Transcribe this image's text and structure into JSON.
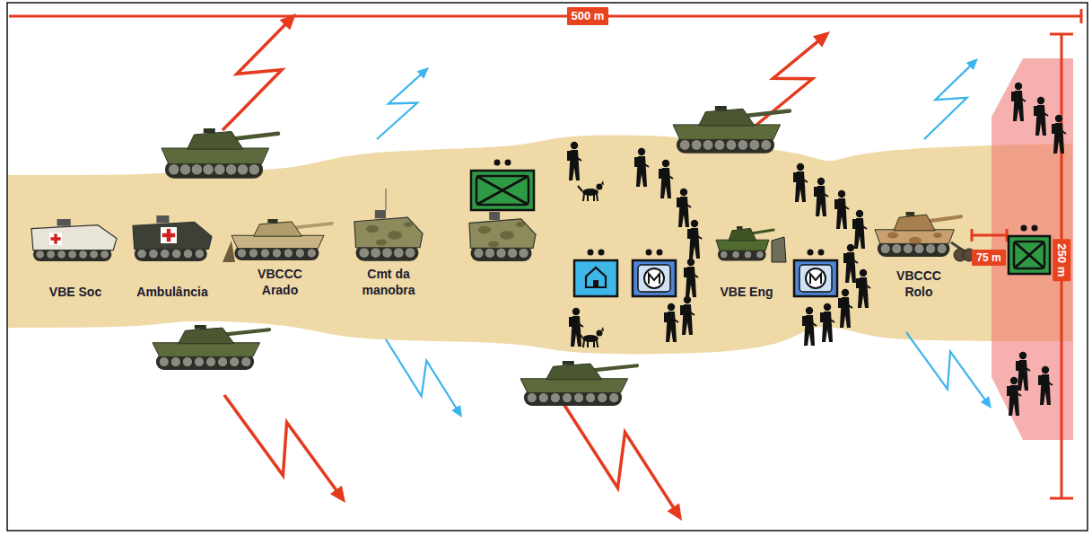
{
  "diagram": {
    "nodes": [
      {
        "text": [
          "500 m"
        ]
      },
      {
        "text": [
          "75 m"
        ]
      },
      {
        "text": [
          "250 m"
        ]
      }
    ],
    "labels": [
      "VBE Soc",
      "Ambulância",
      "VBCCC Arado",
      "Cmt da manobra",
      "VBE Eng",
      "VBCCC Rolo"
    ]
  }
}
